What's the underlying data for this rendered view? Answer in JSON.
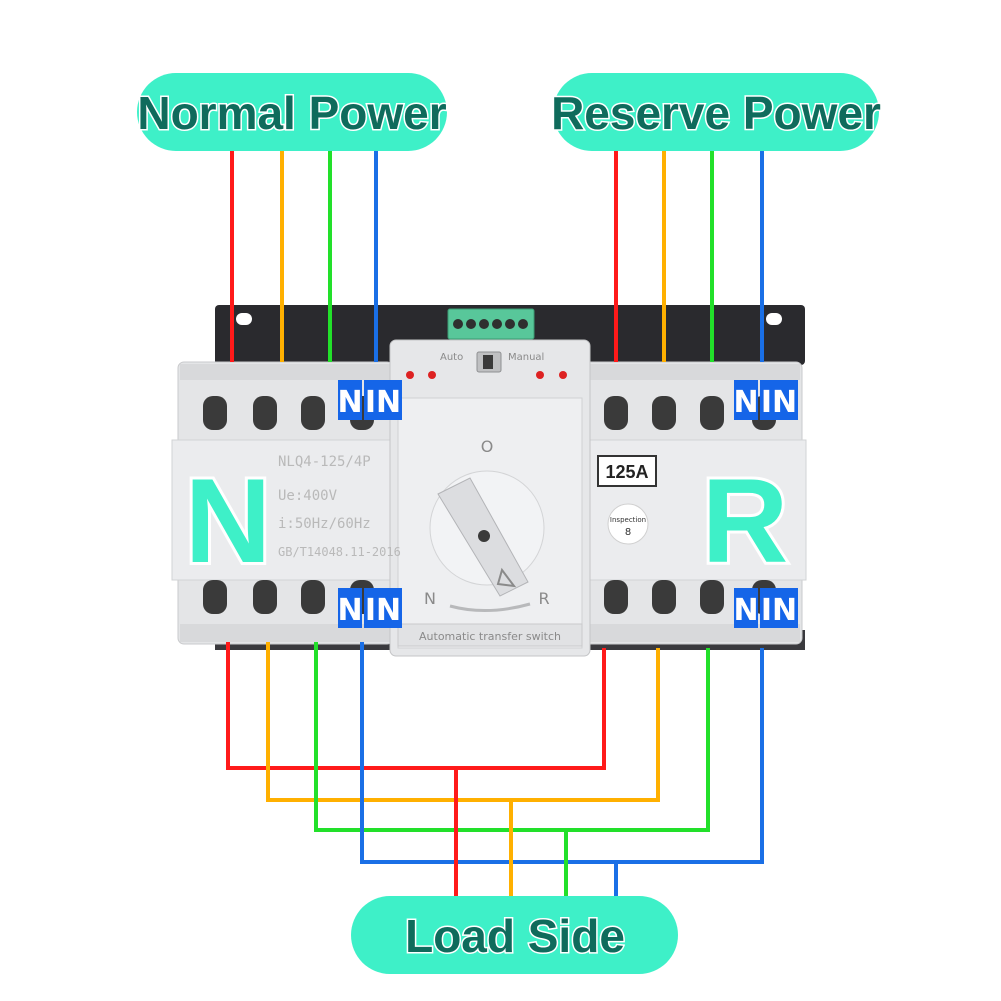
{
  "labels": {
    "normal_power": "Normal Power",
    "reserve_power": "Reserve Power",
    "load_side": "Load Side",
    "big_n": "N",
    "big_r": "R",
    "neutral_tag": "N",
    "neutral_tag_pair": "IN"
  },
  "device": {
    "model": "NLQ4-125/4P",
    "ue": "Ue:400V",
    "freq": "i:50Hz/60Hz",
    "standard": "GB/T14048.11-2016",
    "rating": "125A",
    "inspection": "Inspection",
    "inspection_no": "8",
    "pos_o": "O",
    "pos_n": "N",
    "pos_r": "R",
    "auto": "Auto",
    "manual": "Manual",
    "bottom_label": "Automatic transfer switch"
  },
  "colors": {
    "pill_bg": "#3ef0c8",
    "line_red": "#ff1a1a",
    "line_orange": "#ffb000",
    "line_green": "#22e02a",
    "line_blue": "#1a6fe6",
    "tag_blue": "#1565e8",
    "body_gray": "#e2e3e5",
    "rail_dark": "#2a2a2e",
    "terminal_green": "#58c79a"
  }
}
